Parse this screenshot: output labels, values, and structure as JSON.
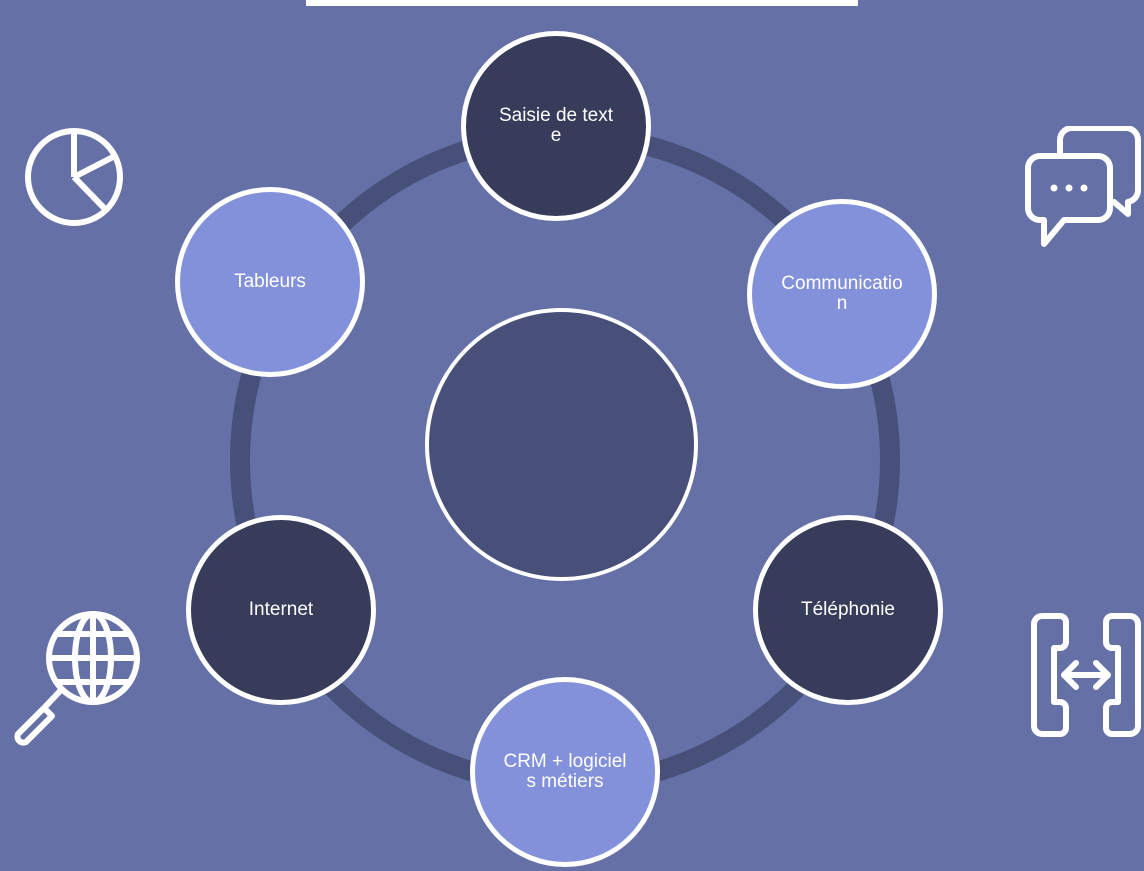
{
  "diagram": {
    "nodes": [
      {
        "label": "Saisie de texte",
        "tone": "dark"
      },
      {
        "label": "Communication",
        "tone": "light"
      },
      {
        "label": "Téléphonie",
        "tone": "dark"
      },
      {
        "label": "CRM + logiciels métiers",
        "tone": "light"
      },
      {
        "label": "Internet",
        "tone": "dark"
      },
      {
        "label": "Tableurs",
        "tone": "light"
      }
    ],
    "icons": {
      "top_left": "pie-chart-icon",
      "top_right": "chat-bubbles-icon",
      "bottom_left": "globe-search-icon",
      "bottom_right": "phone-transfer-icon"
    }
  },
  "colors": {
    "background": "#6571a6",
    "ring": "#475078",
    "center": "#48507a",
    "node_dark": "#363c59",
    "node_light": "#8391da",
    "outline": "#ffffff"
  }
}
